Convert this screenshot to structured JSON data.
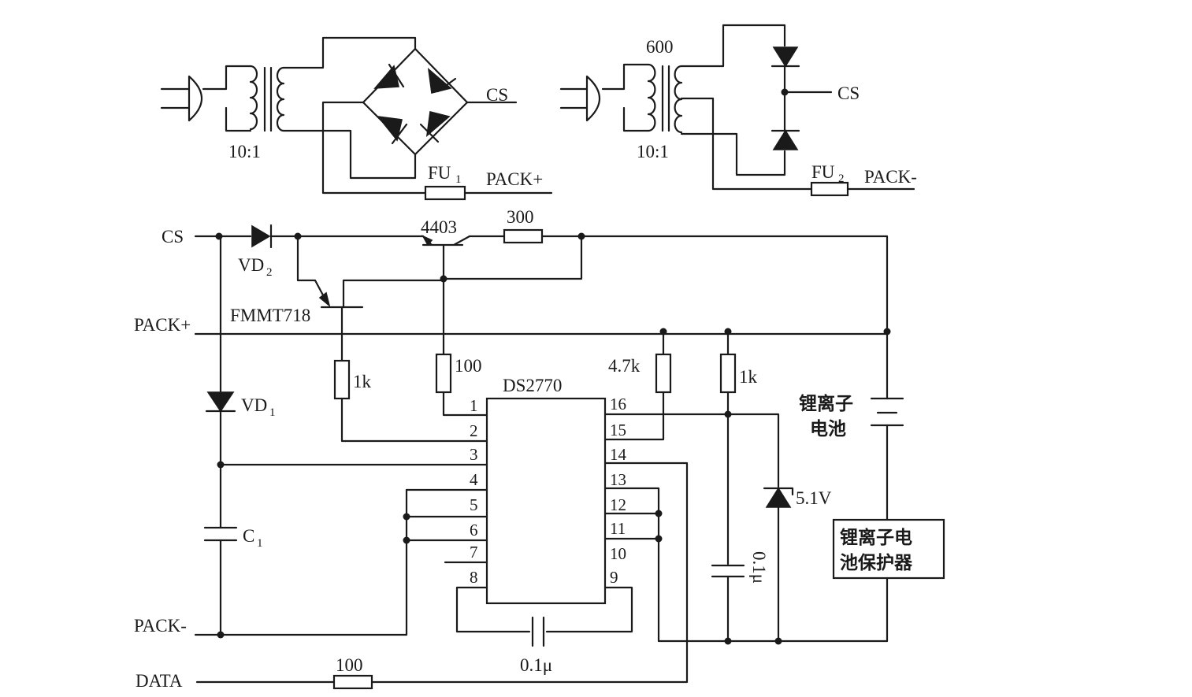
{
  "top_left": {
    "ratio": "10:1",
    "cs": "CS",
    "fuse_label": "FU",
    "fuse_sub": "1",
    "pack_plus": "PACK+"
  },
  "top_right": {
    "turns": "600",
    "ratio": "10:1",
    "cs": "CS",
    "fuse_label": "FU",
    "fuse_sub": "2",
    "pack_minus": "PACK-"
  },
  "main": {
    "cs": "CS",
    "vd2": "VD",
    "vd2_sub": "2",
    "q1": "4403",
    "r300": "300",
    "q2": "FMMT718",
    "pack_plus": "PACK+",
    "r1k_a": "1k",
    "r100_a": "100",
    "ic": "DS2770",
    "r47k": "4.7k",
    "r1k_b": "1k",
    "vd1": "VD",
    "vd1_sub": "1",
    "c1": "C",
    "c1_sub": "1",
    "zener": "5.1V",
    "cap01": "0.1μ",
    "cap_bottom": "0.1μ",
    "pack_minus": "PACK-",
    "data": "DATA",
    "r100_b": "100",
    "battery_line1": "锂离子",
    "battery_line2": "电池",
    "protector_line1": "锂离子电",
    "protector_line2": "池保护器",
    "pins_left": [
      "1",
      "2",
      "3",
      "4",
      "5",
      "6",
      "7",
      "8"
    ],
    "pins_right": [
      "16",
      "15",
      "14",
      "13",
      "12",
      "11",
      "10",
      "9"
    ]
  }
}
